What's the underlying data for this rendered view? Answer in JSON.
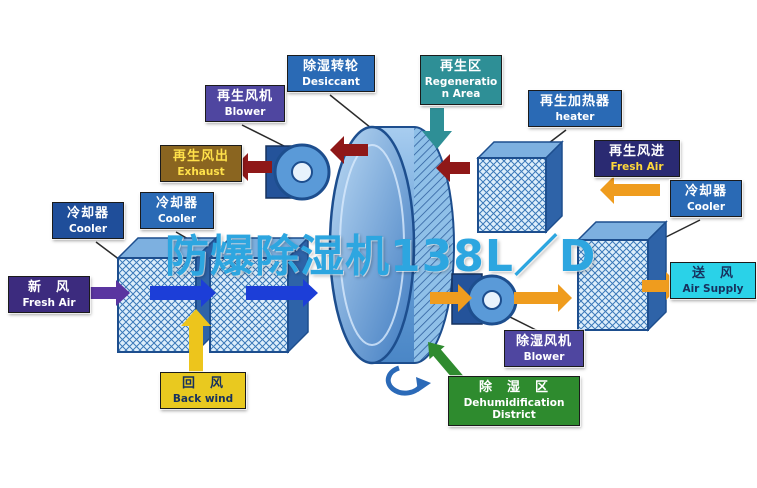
{
  "watermark": {
    "text": "防爆除湿机138L／D",
    "color": "#2da6e0"
  },
  "labels": {
    "desiccant": {
      "zh": "除湿转轮",
      "en": "Desiccant",
      "bg": "#2a6ab5",
      "fg": "#ffffff"
    },
    "regen_area": {
      "zh": "再生区",
      "en": "Regeneration Area",
      "bg": "#2e8f96",
      "fg": "#ffffff"
    },
    "regen_blower": {
      "zh": "再生风机",
      "en": "Blower",
      "bg": "#4f46a0",
      "fg": "#ffffff"
    },
    "regen_heater": {
      "zh": "再生加热器",
      "en": "heater",
      "bg": "#2a6ab5",
      "fg": "#ffffff"
    },
    "exhaust": {
      "zh": "再生风出",
      "en": "Exhaust",
      "bg": "#8a6520",
      "fg": "#ffe14a"
    },
    "cooler_mid": {
      "zh": "冷却器",
      "en": "Cooler",
      "bg": "#2a6ab5",
      "fg": "#ffffff"
    },
    "cooler_left": {
      "zh": "冷却器",
      "en": "Cooler",
      "bg": "#1f4e9a",
      "fg": "#ffffff"
    },
    "fresh_air_left": {
      "zh": "新　风",
      "en": "Fresh Air",
      "bg": "#3c2b7e",
      "fg": "#ffffff"
    },
    "back_wind": {
      "zh": "回　风",
      "en": "Back wind",
      "bg": "#e9c91f",
      "fg": "#17315e"
    },
    "regen_fresh_air": {
      "zh": "再生风进",
      "en": "Fresh Air",
      "bg": "#2a2a72",
      "fg": "#ffffff",
      "fg2": "#ffd83a"
    },
    "cooler_right": {
      "zh": "冷却器",
      "en": "Cooler",
      "bg": "#2a6ab5",
      "fg": "#ffffff"
    },
    "air_supply": {
      "zh": "送　风",
      "en": "Air Supply",
      "bg": "#2ad2e8",
      "fg": "#17315e"
    },
    "dehum_blower": {
      "zh": "除湿风机",
      "en": "Blower",
      "bg": "#4f46a0",
      "fg": "#ffffff"
    },
    "dehum_district": {
      "zh": "除　湿　区",
      "en": "Dehumidification District",
      "bg": "#2e8b2e",
      "fg": "#ffffff"
    }
  },
  "colors": {
    "flow_blue": "#1c3ed8",
    "fresh_purple": "#5a35a0",
    "return_yellow": "#edc51c",
    "hot_orange": "#ef9c1e",
    "regen_red": "#8f1818",
    "regen_teal": "#2e8f96",
    "dehum_green": "#2f8b2f",
    "supply_cyan": "#2ad2e8",
    "wheel_blue": "#3e7ac0"
  }
}
